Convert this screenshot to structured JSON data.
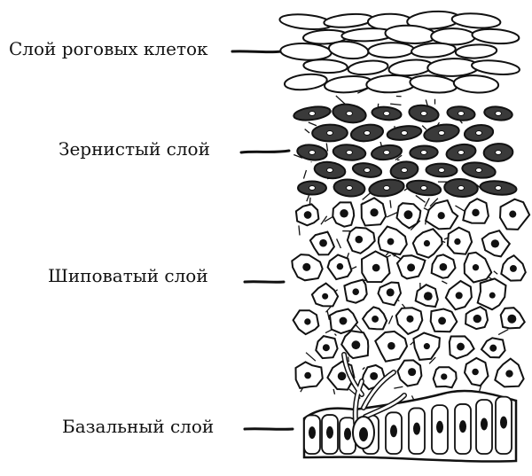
{
  "diagram": {
    "labels": [
      {
        "id": "stratum-corneum",
        "text": "Слой роговых клеток"
      },
      {
        "id": "stratum-granulosum",
        "text": "Зернистый слой"
      },
      {
        "id": "stratum-spinosum",
        "text": "Шиповатый слой"
      },
      {
        "id": "stratum-basale",
        "text": "Базальный слой"
      }
    ],
    "colors": {
      "ink": "#111111",
      "background": "#ffffff",
      "granular_fill": "#3a3a3a"
    }
  }
}
